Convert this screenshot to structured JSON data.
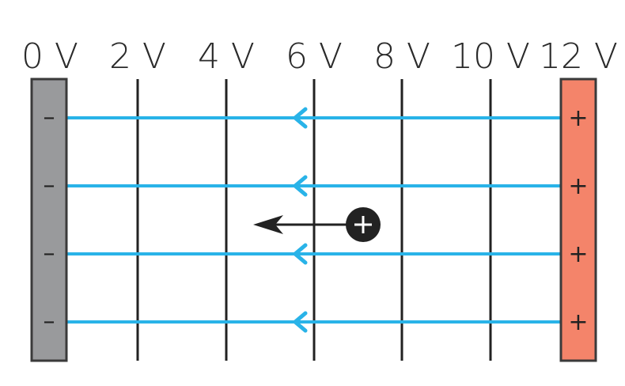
{
  "diagram": {
    "equipotential_labels": [
      "0 V",
      "2 V",
      "4 V",
      "6 V",
      "8 V",
      "10 V",
      "12 V"
    ],
    "negative_plate": {
      "sign": "–",
      "sign_count": 4,
      "color": "#999a9c"
    },
    "positive_plate": {
      "sign": "+",
      "sign_count": 4,
      "color": "#f4846a"
    },
    "field_lines": {
      "count": 4,
      "color": "#29b3e8",
      "arrow_direction": "left"
    },
    "charge": {
      "sign": "+",
      "color": "#222222",
      "force_arrow_direction": "left"
    },
    "equipotential_line_color": "#222222"
  }
}
